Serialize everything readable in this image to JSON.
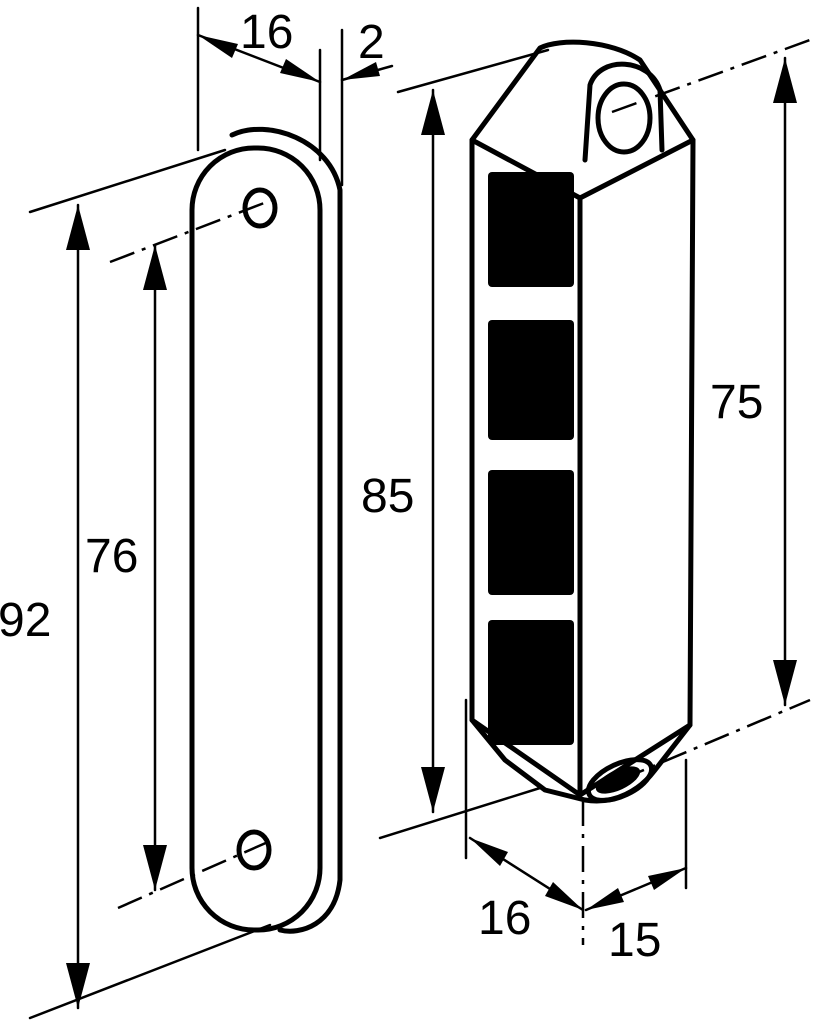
{
  "dimensions": {
    "plate_width": "16",
    "plate_thickness": "2",
    "plate_height": "92",
    "plate_hole_spacing": "76",
    "magnet_height": "85",
    "magnet_hole_spacing": "75",
    "magnet_depth": "16",
    "magnet_width": "15"
  }
}
